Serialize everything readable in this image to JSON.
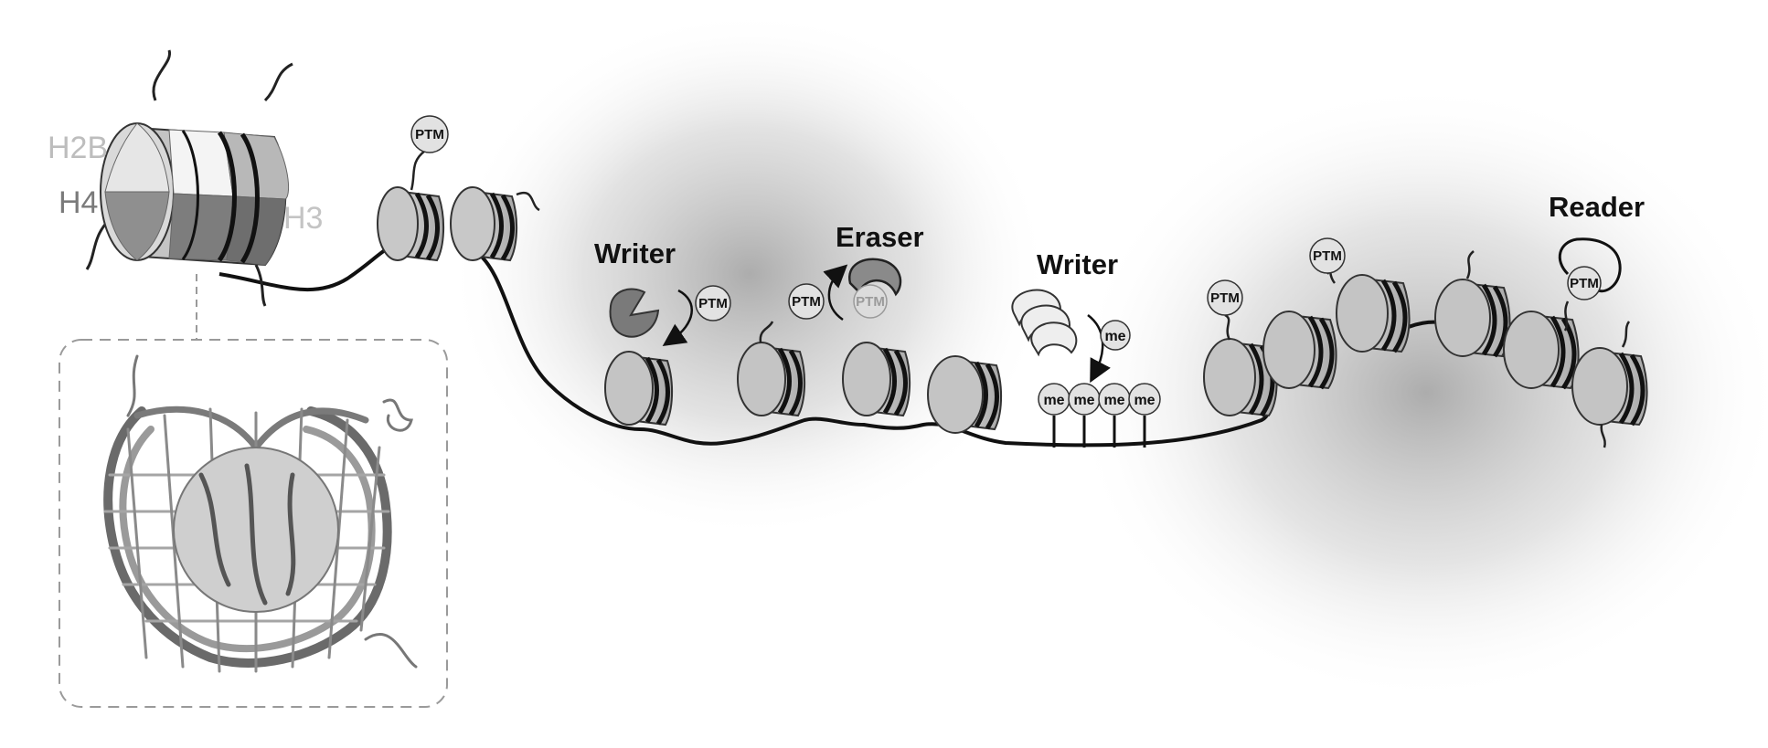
{
  "labels": {
    "histone_h2b": "H2B",
    "histone_h4": "H4",
    "histone_h3": "H3",
    "writer_1": "Writer",
    "eraser": "Eraser",
    "writer_2": "Writer",
    "reader": "Reader"
  },
  "tags": {
    "ptm": "PTM",
    "me": "me"
  },
  "colors": {
    "histone_h2b_label": "#bdbdbd",
    "histone_h4_label": "#7a7a7a",
    "histone_h3_label": "#c4c4c4",
    "nucleosome_face": "#bcbcbc",
    "nucleosome_side": "#d8d8d8",
    "dna": "#111111",
    "halo": "#9a9a9a",
    "ptm_fill": "#e2e2e2",
    "inset_border": "#9a9a9a"
  }
}
